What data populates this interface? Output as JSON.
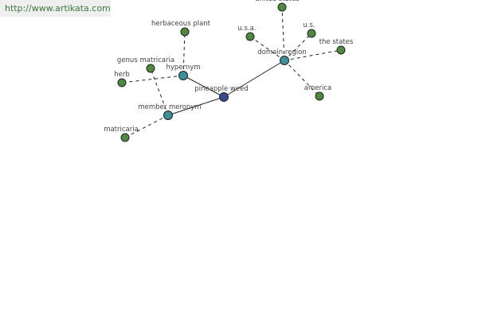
{
  "banner": {
    "url_text": "http://www.artikata.com"
  },
  "colors": {
    "leaf": "#4f8a3f",
    "relation": "#3a8f9a",
    "center": "#3a4a8f"
  },
  "graph": {
    "nodes": [
      {
        "id": "center",
        "label": "pineapple weed",
        "kind": "center"
      },
      {
        "id": "hypernym",
        "label": "hypernym",
        "kind": "relation"
      },
      {
        "id": "domain-region",
        "label": "domain region",
        "kind": "relation"
      },
      {
        "id": "member-meronym",
        "label": "member meronym",
        "kind": "relation"
      },
      {
        "id": "herbaceous-plant",
        "label": "herbaceous plant",
        "kind": "leaf"
      },
      {
        "id": "herb",
        "label": "herb",
        "kind": "leaf"
      },
      {
        "id": "genus-matricaria",
        "label": "genus matricaria",
        "kind": "leaf"
      },
      {
        "id": "matricaria",
        "label": "matricaria",
        "kind": "leaf"
      },
      {
        "id": "united-states",
        "label": "united states",
        "kind": "leaf"
      },
      {
        "id": "usa",
        "label": "u.s.a.",
        "kind": "leaf"
      },
      {
        "id": "us",
        "label": "u.s.",
        "kind": "leaf"
      },
      {
        "id": "the-states",
        "label": "the states",
        "kind": "leaf"
      },
      {
        "id": "america",
        "label": "america",
        "kind": "leaf"
      }
    ],
    "edges": [
      {
        "from": "center",
        "to": "hypernym",
        "style": "solid"
      },
      {
        "from": "center",
        "to": "domain-region",
        "style": "solid"
      },
      {
        "from": "center",
        "to": "member-meronym",
        "style": "solid"
      },
      {
        "from": "hypernym",
        "to": "herbaceous-plant",
        "style": "dashed"
      },
      {
        "from": "hypernym",
        "to": "herb",
        "style": "dashed"
      },
      {
        "from": "member-meronym",
        "to": "genus-matricaria",
        "style": "dashed"
      },
      {
        "from": "member-meronym",
        "to": "matricaria",
        "style": "dashed"
      },
      {
        "from": "domain-region",
        "to": "united-states",
        "style": "dashed"
      },
      {
        "from": "domain-region",
        "to": "usa",
        "style": "dashed"
      },
      {
        "from": "domain-region",
        "to": "us",
        "style": "dashed"
      },
      {
        "from": "domain-region",
        "to": "the-states",
        "style": "dashed"
      },
      {
        "from": "domain-region",
        "to": "america",
        "style": "dashed"
      }
    ]
  }
}
